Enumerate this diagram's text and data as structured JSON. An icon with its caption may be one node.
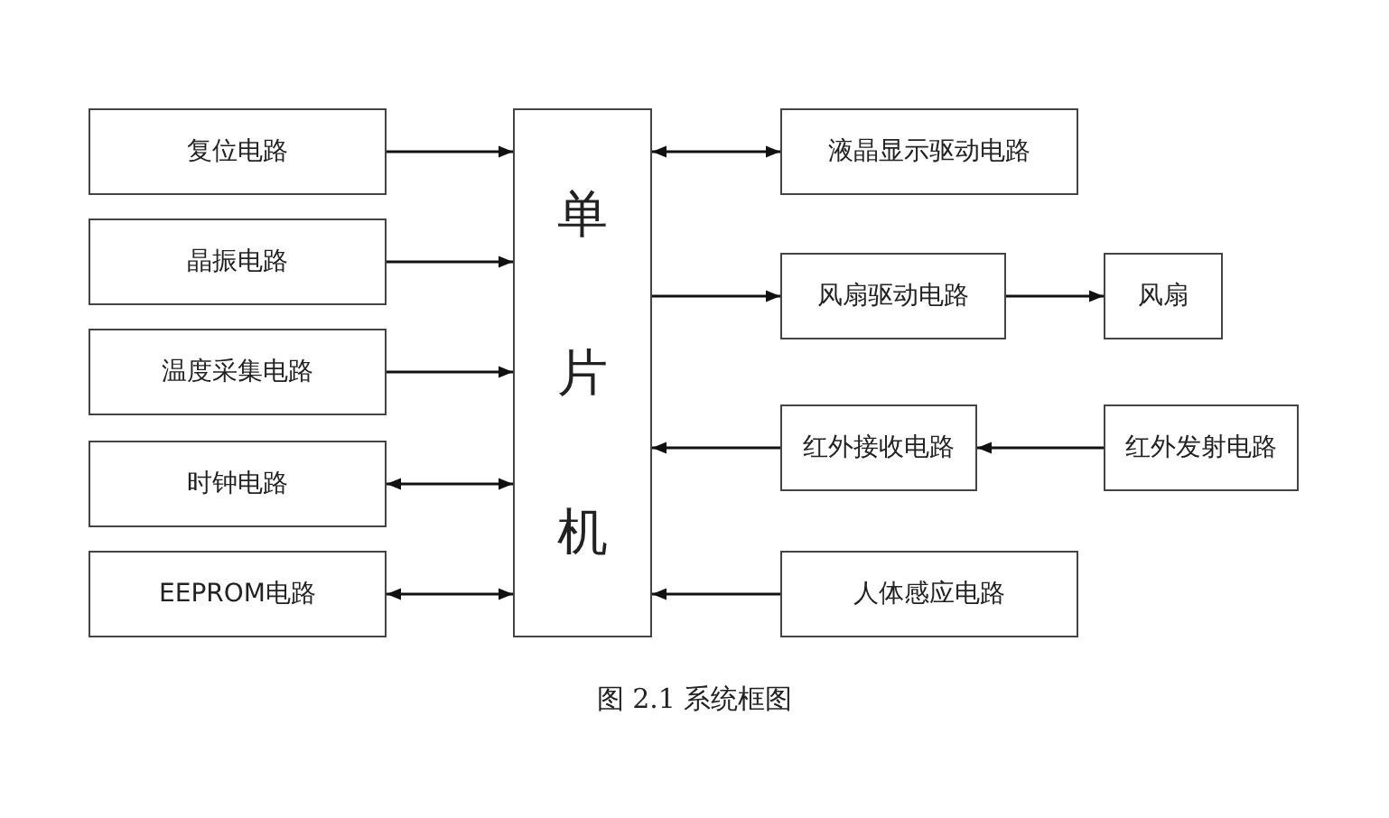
{
  "diagram": {
    "caption": "图 2.1 系统框图",
    "nodes": [
      {
        "text": [
          "复位电路"
        ]
      },
      {
        "text": [
          "晶振电路"
        ]
      },
      {
        "text": [
          "温度采集电路"
        ]
      },
      {
        "text": [
          "时钟电路"
        ]
      },
      {
        "text": [
          "EEPROM电路"
        ]
      },
      {
        "text": [
          "单片机"
        ]
      },
      {
        "text": [
          "液晶显示驱动电路"
        ]
      },
      {
        "text": [
          "风扇驱动电路"
        ]
      },
      {
        "text": [
          "风扇"
        ]
      },
      {
        "text": [
          "红外接收电路"
        ]
      },
      {
        "text": [
          "红外发射电路"
        ]
      },
      {
        "text": [
          "人体感应电路"
        ]
      }
    ],
    "edges": [
      {
        "from": 0,
        "to": 5,
        "arrow": "to"
      },
      {
        "from": 1,
        "to": 5,
        "arrow": "to"
      },
      {
        "from": 2,
        "to": 5,
        "arrow": "to"
      },
      {
        "from": 3,
        "to": 5,
        "arrow": "both"
      },
      {
        "from": 4,
        "to": 5,
        "arrow": "both"
      },
      {
        "from": 5,
        "to": 6,
        "arrow": "both"
      },
      {
        "from": 5,
        "to": 7,
        "arrow": "to"
      },
      {
        "from": 7,
        "to": 8,
        "arrow": "to"
      },
      {
        "from": 9,
        "to": 5,
        "arrow": "to"
      },
      {
        "from": 10,
        "to": 9,
        "arrow": "to"
      },
      {
        "from": 11,
        "to": 5,
        "arrow": "to"
      }
    ]
  }
}
